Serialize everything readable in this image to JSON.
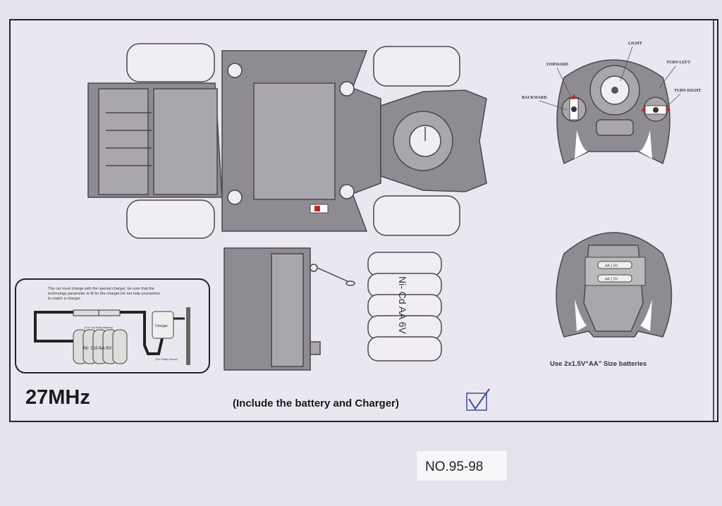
{
  "charging_panel": {
    "note_lines": [
      "The car must charge with the special charger, be sure that the",
      "technology parameter is fit for the charger.Do not help yourselves",
      "to match a charger."
    ],
    "battery_caption": "(For Car Body Battery)",
    "battery_label": "Ni- Cd AA  6V",
    "charger_label": "Charger",
    "source_caption": "(For Family Source)"
  },
  "frequency": "27MHz",
  "include_note": "(Include the battery and Charger)",
  "battery_pack_label": "Ni- Cd AA  6V",
  "remote_front": {
    "light": "LIGHT",
    "forward": "FORWARD",
    "backward": "BACKWARD",
    "turn_left": "TURN LEFT",
    "turn_right": "TURN RIGHT"
  },
  "remote_back": {
    "slot1": "AA 1.5V",
    "slot2": "AA 1.5V",
    "caption": "Use 2x1.5V“AA” Size batteries"
  },
  "model_number": "NO.95-98",
  "colors": {
    "background": "#e6e2ec",
    "part": "#8f8b92",
    "arrow": "#c0272d"
  }
}
